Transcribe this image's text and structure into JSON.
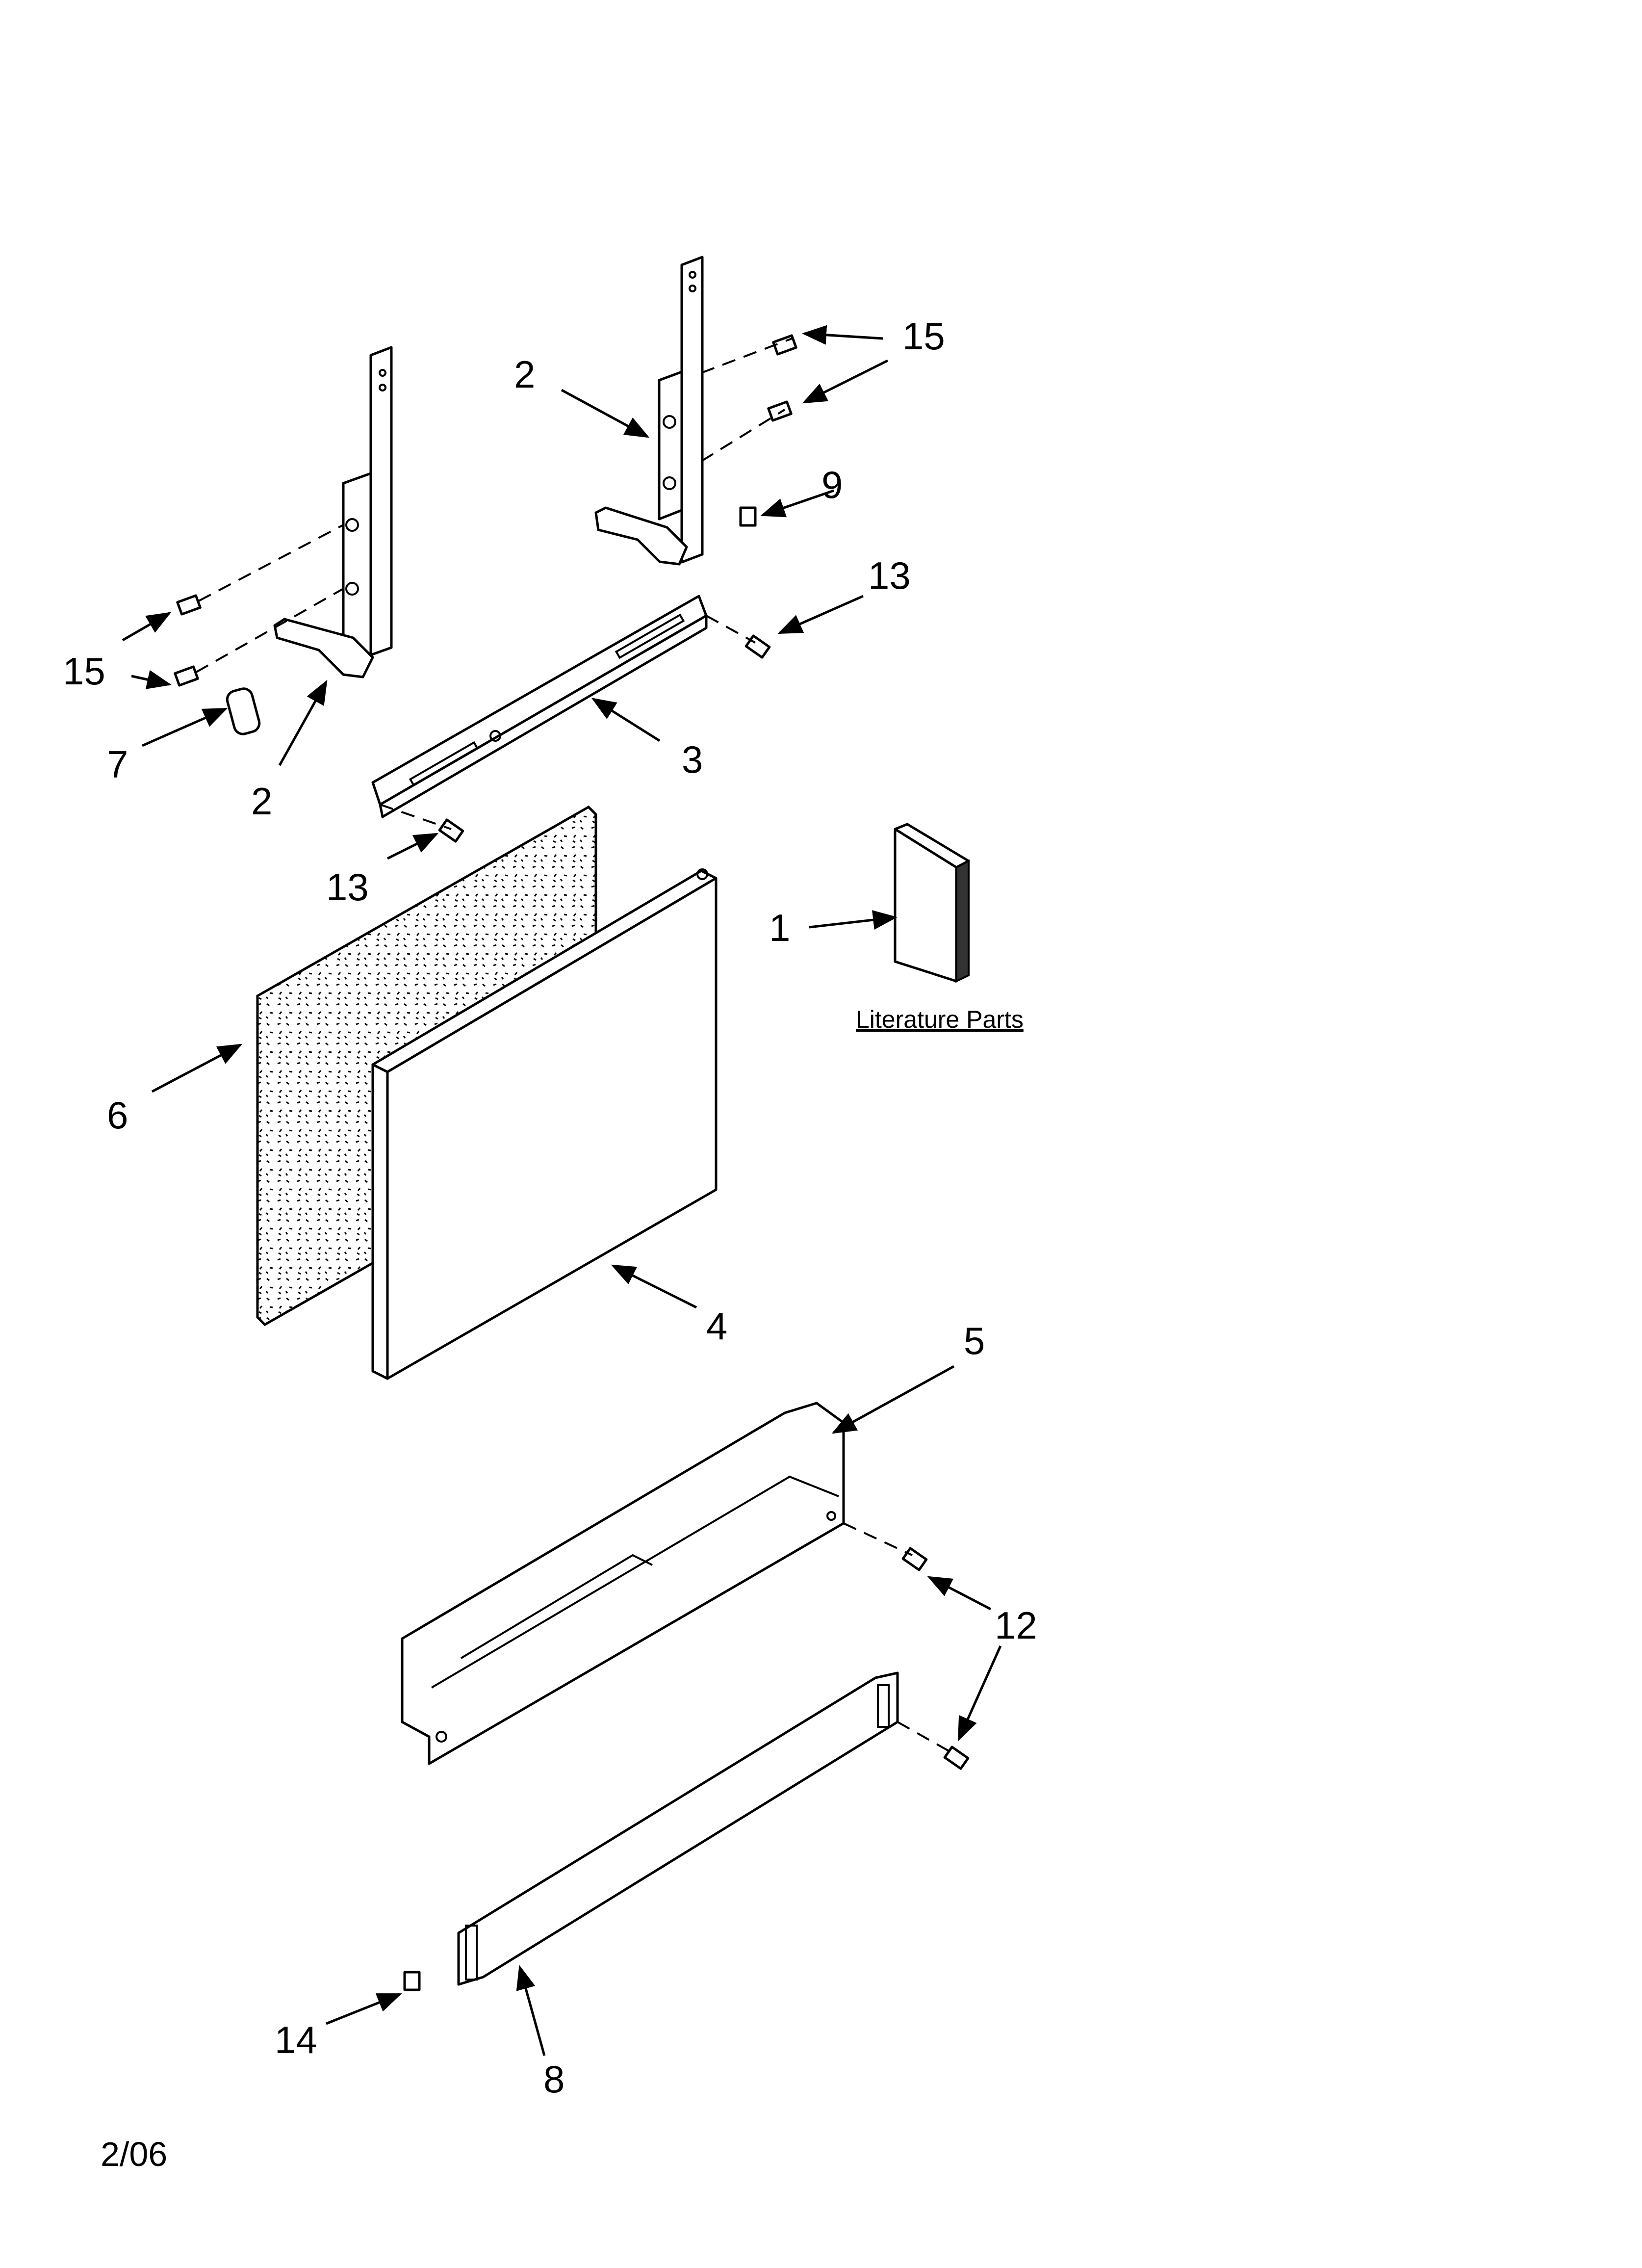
{
  "callouts": {
    "c1": "1",
    "c2a": "2",
    "c2b": "2",
    "c3": "3",
    "c4": "4",
    "c5": "5",
    "c6": "6",
    "c7": "7",
    "c8": "8",
    "c9": "9",
    "c12": "12",
    "c13a": "13",
    "c13b": "13",
    "c14": "14",
    "c15a": "15",
    "c15b": "15"
  },
  "literature_label": "Literature Parts",
  "date_code": "2/06"
}
